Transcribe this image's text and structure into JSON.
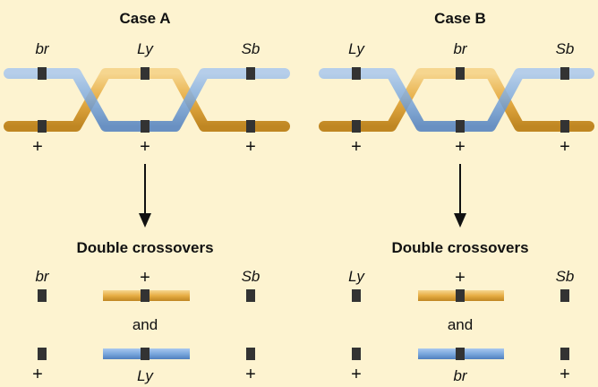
{
  "colors": {
    "background": "#fdf3d0",
    "blue": "#7aa7dd",
    "gold": "#e6ad45",
    "marker": "#333333"
  },
  "panels": [
    {
      "title": "Case A",
      "top_labels": [
        "br",
        "Ly",
        "Sb"
      ],
      "middle_labels": [
        "+",
        "+",
        "+"
      ],
      "result_title": "Double crossovers",
      "result_top_labels": [
        "br",
        "+",
        "Sb"
      ],
      "and_text": "and",
      "result_bottom_labels": [
        "+",
        "Ly",
        "+"
      ]
    },
    {
      "title": "Case B",
      "top_labels": [
        "Ly",
        "br",
        "Sb"
      ],
      "middle_labels": [
        "+",
        "+",
        "+"
      ],
      "result_title": "Double crossovers",
      "result_top_labels": [
        "Ly",
        "+",
        "Sb"
      ],
      "and_text": "and",
      "result_bottom_labels": [
        "+",
        "br",
        "+"
      ]
    }
  ]
}
